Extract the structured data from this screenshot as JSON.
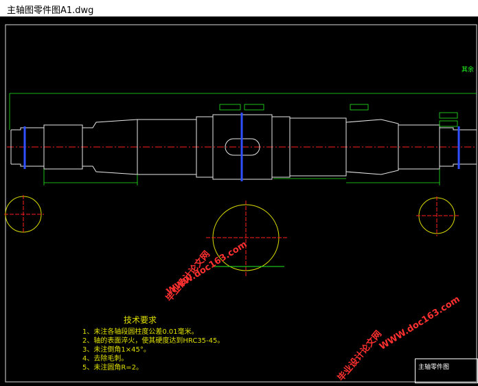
{
  "window": {
    "title": "主轴图零件图A1.dwg"
  },
  "drawing": {
    "roughness_note": "其余",
    "title_block": {
      "name": "主轴零件图"
    },
    "tech_requirements": {
      "title": "技术要求",
      "items": [
        "1、未注各轴段圆柱度公差0.01毫米。",
        "2、轴的表面淬火，使其硬度达到HRC35-45。",
        "3、未注倒角1×45°。",
        "4、去除毛刺。",
        "5、未注圆角R=2。"
      ]
    },
    "watermarks": [
      {
        "text": "WWW.doc163.com"
      },
      {
        "text": "毕业设计论文网"
      },
      {
        "text": "WWW.doc163.com"
      },
      {
        "text": "毕业设计论文网"
      }
    ],
    "colors": {
      "outline": "#e8e8e8",
      "dimension": "#22ee22",
      "centerline": "#ff2020",
      "hatch": "#dddd00",
      "keyway": "#3050ff"
    }
  }
}
